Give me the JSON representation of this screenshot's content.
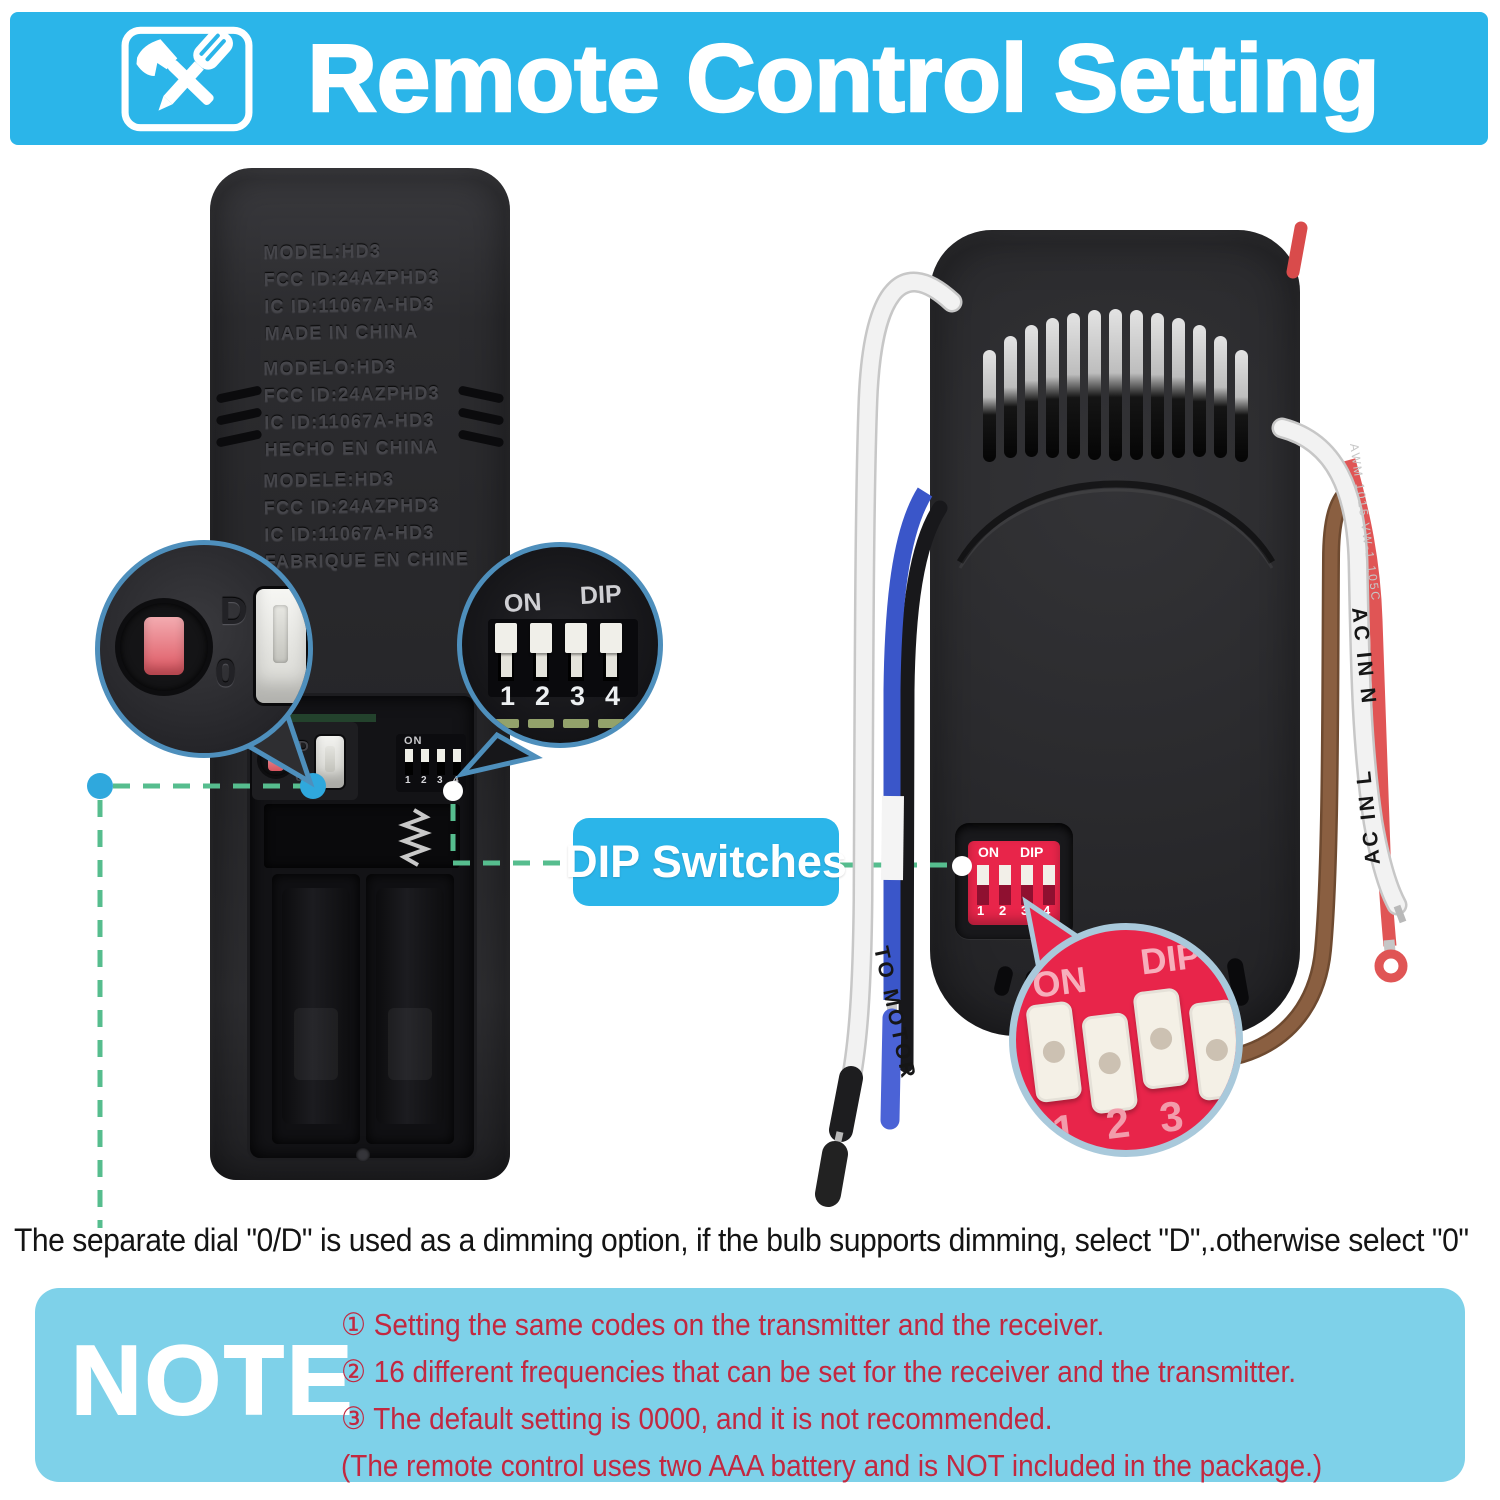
{
  "header": {
    "title": "Remote Control Setting"
  },
  "remote": {
    "block1": [
      "MODEL:HD3",
      "FCC ID:24AZPHD3",
      "IC ID:11067A-HD3",
      "MADE IN CHINA"
    ],
    "block2": [
      "MODELO:HD3",
      "FCC ID:24AZPHD3",
      "IC ID:11067A-HD3",
      "HECHO EN CHINA"
    ],
    "block3": [
      "MODELE:HD3",
      "FCC ID:24AZPHD3",
      "IC ID:11067A-HD3",
      "FABRIQUE EN CHINE"
    ]
  },
  "dial": {
    "d": "D",
    "zero": "0"
  },
  "dip": {
    "on": "ON",
    "dip": "DIP",
    "numbers": [
      "1",
      "2",
      "3",
      "4"
    ]
  },
  "dip_label": "DIP Switches",
  "wires": {
    "to_motor": "TO MOTOR",
    "ac_in_n": "AC IN N",
    "ac_in_l": "AC IN L",
    "marking": "AWM 1015 VW-1 105C"
  },
  "dimming_note": "The separate dial \"0/D\" is used as a dimming option, if the bulb supports dimming, select \"D\",.otherwise select \"0\"",
  "note": {
    "title": "NOTE",
    "items": [
      "① Setting the same codes on the transmitter and the receiver.",
      "② 16 different frequencies that can be set for the receiver and the transmitter.",
      "③ The default setting is 0000, and it is not recommended.",
      "(The remote control uses two AAA battery and is NOT included in the package.)"
    ]
  },
  "colors": {
    "accent": "#2bb5e9",
    "note_bg": "#7ed1e9",
    "note_text": "#c22840",
    "dip_red": "#e8254a",
    "dash_green": "#56bd8e",
    "dot_blue": "#2fa8dd"
  }
}
